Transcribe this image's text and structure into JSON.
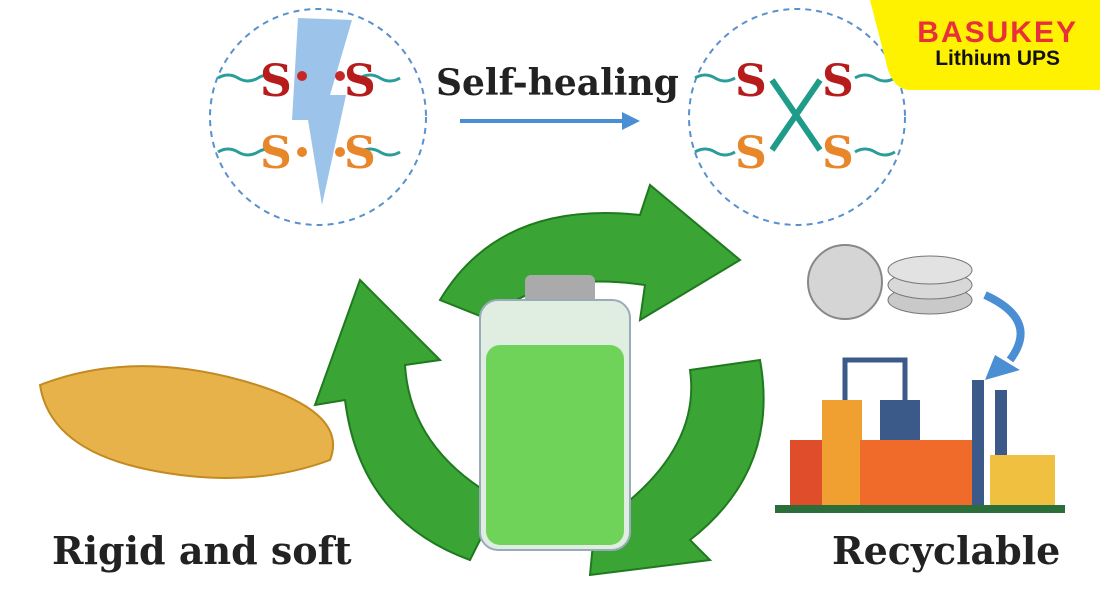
{
  "labels": {
    "self_healing": "Self-healing",
    "rigid_soft": "Rigid and soft",
    "recyclable": "Recyclable"
  },
  "atoms": {
    "s": "S"
  },
  "logo": {
    "brand": "BASUKEY",
    "subtitle": "Lithium UPS"
  },
  "colors": {
    "brand_red": "#e8303a",
    "logo_yellow": "#fff200",
    "recycle_green": "#3aa534",
    "arrow_blue": "#4a8fd4"
  }
}
